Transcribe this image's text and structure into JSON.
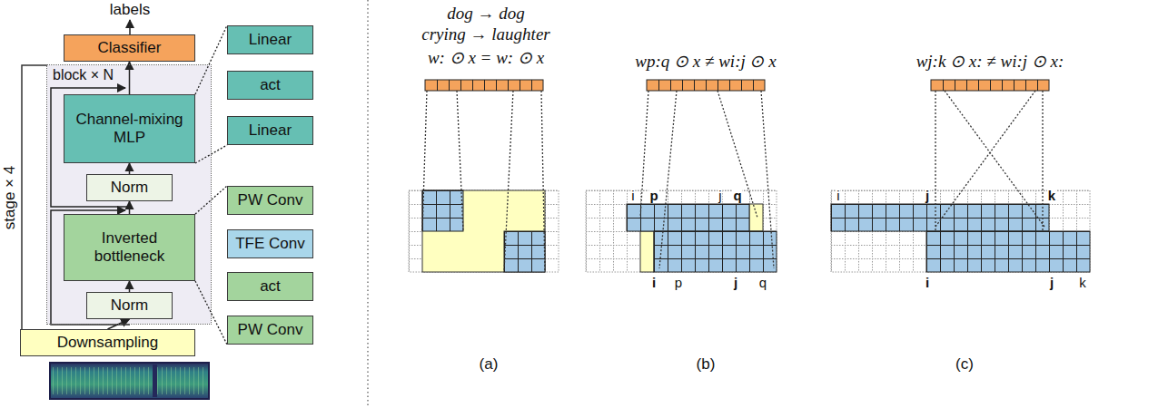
{
  "diagram": {
    "nodes": [
      {
        "text": [
          "Classifier"
        ]
      },
      {
        "text": [
          "block × N"
        ]
      },
      {
        "text": [
          "Channel-mixing MLP"
        ],
        "in": 1
      },
      {
        "text": [
          "Norm"
        ],
        "in": 1
      },
      {
        "text": [
          "Inverted bottleneck"
        ],
        "in": 1
      },
      {
        "text": [
          "Norm"
        ],
        "in": 1
      },
      {
        "text": [
          "Downsampling"
        ]
      },
      {
        "text": [
          "Linear"
        ]
      },
      {
        "text": [
          "act"
        ]
      },
      {
        "text": [
          "Linear"
        ]
      },
      {
        "text": [
          "PW Conv"
        ]
      },
      {
        "text": [
          "TFE Conv"
        ]
      },
      {
        "text": [
          "act"
        ]
      },
      {
        "text": [
          "PW Conv"
        ]
      }
    ],
    "edges": [
      {
        "from": 6,
        "to": 5,
        "arrow": "to"
      },
      {
        "from": 5,
        "to": 4,
        "arrow": "to"
      },
      {
        "from": 4,
        "to": 3,
        "arrow": "to"
      },
      {
        "from": 3,
        "to": 2,
        "arrow": "to"
      },
      {
        "from": 2,
        "to": 0,
        "arrow": "to"
      },
      {
        "from": 2,
        "to": 7,
        "arrow": "none"
      },
      {
        "from": 2,
        "to": 9,
        "arrow": "none"
      },
      {
        "from": 4,
        "to": 10,
        "arrow": "none"
      },
      {
        "from": 4,
        "to": 13,
        "arrow": "none"
      }
    ],
    "labels": [
      "labels",
      "stage × 4",
      "dog → dog",
      "crying → laughter",
      "w: ⊙ x = w: ⊙ x",
      "wp:q ⊙ x ≠ wi:j ⊙ x",
      "wj:k ⊙ x: ≠ wi:j ⊙ x:",
      "i",
      "p",
      "j",
      "q",
      "i",
      "p",
      "j",
      "q",
      "i",
      "j",
      "k",
      "i",
      "j",
      "k",
      "(a)",
      "(b)",
      "(c)"
    ]
  }
}
